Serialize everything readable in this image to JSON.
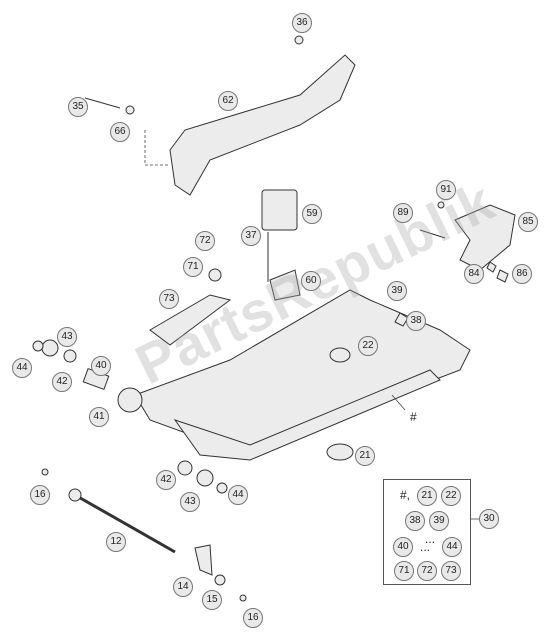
{
  "callouts": {
    "c36": "36",
    "c35": "35",
    "c62": "62",
    "c66": "66",
    "c91": "91",
    "c85": "85",
    "c89": "89",
    "c84": "84",
    "c86": "86",
    "c59": "59",
    "c37": "37",
    "c72": "72",
    "c71": "71",
    "c60": "60",
    "c73": "73",
    "c39": "39",
    "c38": "38",
    "c22": "22",
    "c43a": "43",
    "c44a": "44",
    "c42a": "42",
    "c40": "40",
    "c41": "41",
    "c21": "21",
    "c42b": "42",
    "c43b": "43",
    "c44b": "44",
    "c16a": "16",
    "c12": "12",
    "c14": "14",
    "c15": "15",
    "c16b": "16",
    "c30": "30"
  },
  "markers": {
    "frame_hash": "#"
  },
  "kit": {
    "hash": "#,",
    "r1a": "21",
    "r1b": "22",
    "r2a": "38",
    "r2b": "39",
    "r3a": "40",
    "r3dots": "...",
    "r3b": "44",
    "r4a": "71",
    "r4b": "72",
    "r4c": "73",
    "dots_top": "..."
  },
  "watermark": "PartsRepublik"
}
